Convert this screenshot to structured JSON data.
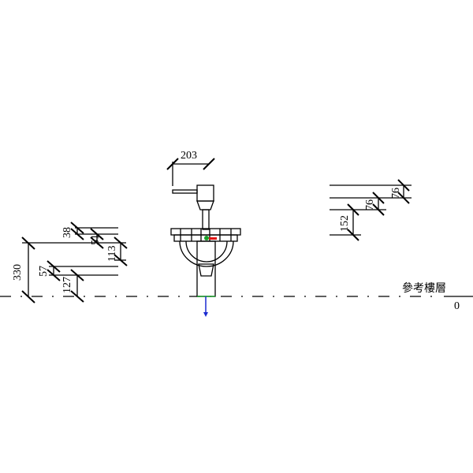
{
  "view": {
    "level": {
      "name": "參考樓層",
      "elevation": "0"
    },
    "dimensions": {
      "fixture_width": "203",
      "left": {
        "overall": "330",
        "d38": "38",
        "d51": "51",
        "d113": "113",
        "d57": "57",
        "d127": "127"
      },
      "right": {
        "top76": "76",
        "mid76": "76",
        "d152": "152"
      }
    },
    "colors": {
      "origin_green": "#1a9e2a",
      "connector_red": "#e01010",
      "arrow_blue": "#1a2ad0"
    }
  }
}
